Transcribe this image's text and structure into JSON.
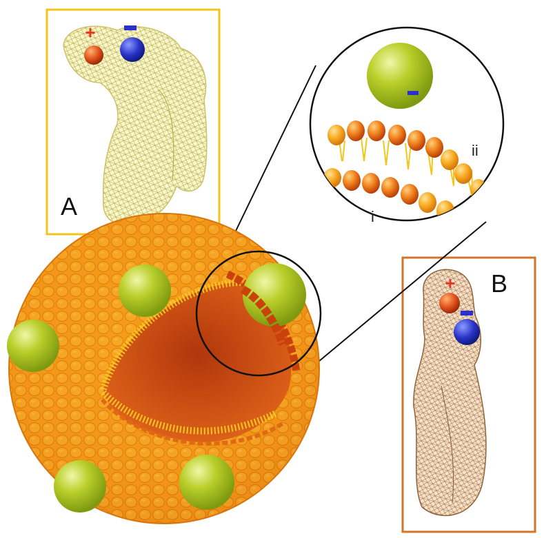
{
  "figure": {
    "panel_a": {
      "label": "A",
      "border_color": "#f2c41c",
      "mesh_color": "#d8cf5a",
      "fill_color": "#fbf7c0"
    },
    "panel_b": {
      "label": "B",
      "border_color": "#d3742a",
      "mesh_color": "#b8672a",
      "fill_color": "#f6dcc0"
    },
    "zoom_inset": {
      "outer_label": "ii",
      "inner_label": "i",
      "sign": "−"
    },
    "charges": {
      "positive": "+",
      "negative": "−",
      "positive_color": "#e5381e",
      "negative_color": "#2a2fd0"
    },
    "colors": {
      "green_sphere": "#a6c21c",
      "headgroup": "#e2641a",
      "headgroup_light": "#f7a91e",
      "lipid_tail": "#f7d322",
      "liposome_inner": "#c9470f"
    }
  }
}
